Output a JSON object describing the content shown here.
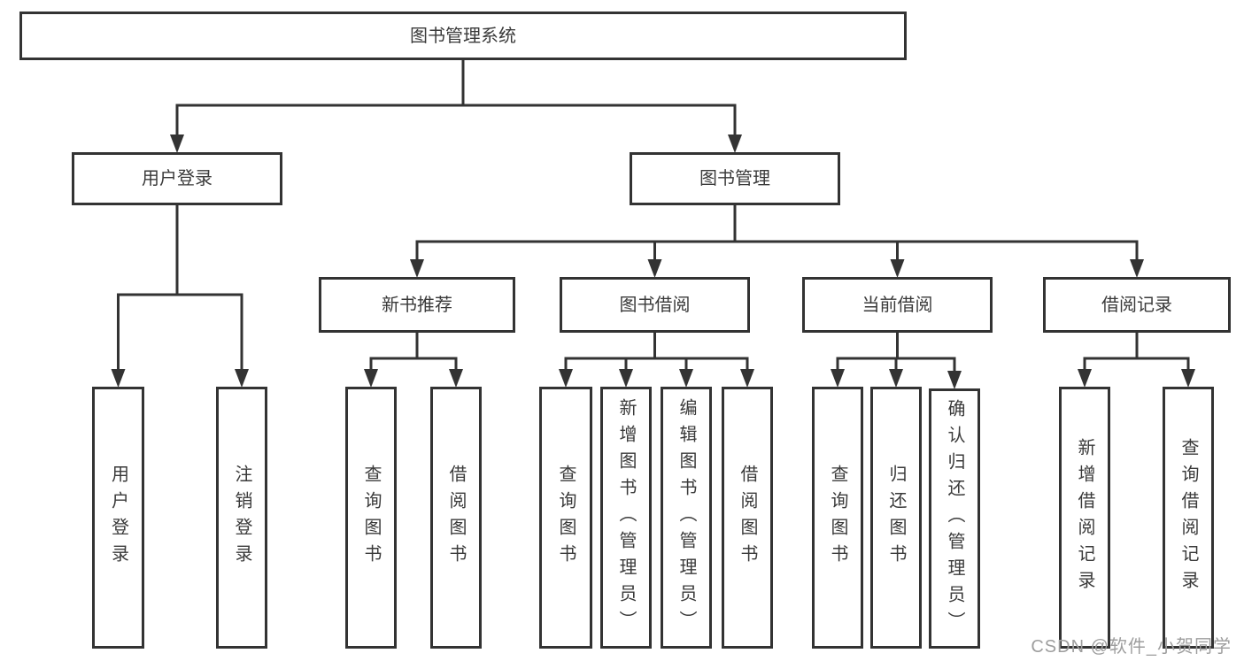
{
  "colors": {
    "line": "#333333",
    "text": "#3a3a3a",
    "box_bg": "#ffffff",
    "watermark": "#9e9e9e"
  },
  "watermark": "CSDN @软件_小贺同学",
  "tree": {
    "id": "system",
    "label": "图书管理系统",
    "children": [
      {
        "id": "user-login",
        "label": "用户登录",
        "children": [
          {
            "id": "login",
            "label": "用户登录"
          },
          {
            "id": "logout",
            "label": "注销登录"
          }
        ]
      },
      {
        "id": "book-mgmt",
        "label": "图书管理",
        "children": [
          {
            "id": "new-book-recommend",
            "label": "新书推荐",
            "children": [
              {
                "id": "nbr-query",
                "label": "查询图书"
              },
              {
                "id": "nbr-borrow",
                "label": "借阅图书"
              }
            ]
          },
          {
            "id": "book-borrow",
            "label": "图书借阅",
            "children": [
              {
                "id": "bb-query",
                "label": "查询图书"
              },
              {
                "id": "bb-add",
                "label": "新增图书（管理员）"
              },
              {
                "id": "bb-edit",
                "label": "编辑图书（管理员）"
              },
              {
                "id": "bb-borrow",
                "label": "借阅图书"
              }
            ]
          },
          {
            "id": "current-borrow",
            "label": "当前借阅",
            "children": [
              {
                "id": "cb-query",
                "label": "查询图书"
              },
              {
                "id": "cb-return",
                "label": "归还图书"
              },
              {
                "id": "cb-confirm",
                "label": "确认归还（管理员）"
              }
            ]
          },
          {
            "id": "borrow-records",
            "label": "借阅记录",
            "children": [
              {
                "id": "br-add",
                "label": "新增借阅记录"
              },
              {
                "id": "br-query",
                "label": "查询借阅记录"
              }
            ]
          }
        ]
      }
    ]
  }
}
